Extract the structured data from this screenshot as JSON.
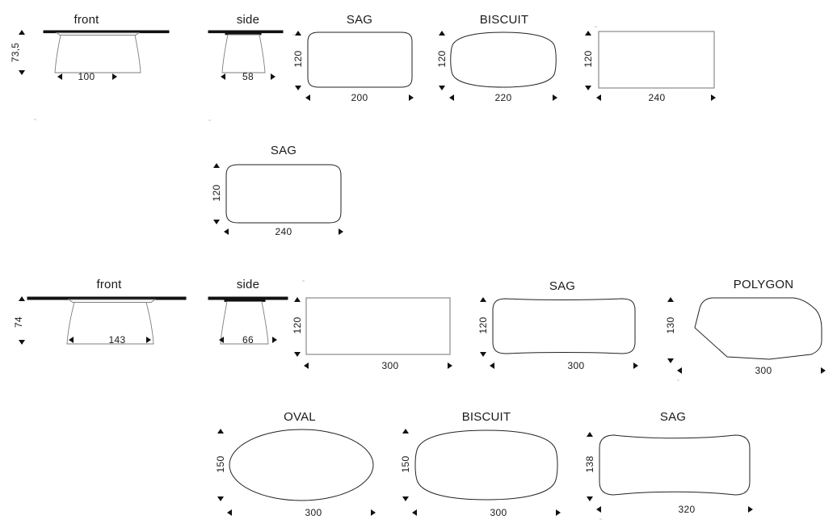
{
  "document": {
    "type": "technical-dimension-sheet",
    "units": "cm"
  },
  "figures": [
    {
      "id": "fig-front-1",
      "title": "front",
      "kind": "elevation",
      "width_label": "100",
      "height_label": "73,5"
    },
    {
      "id": "fig-side-1",
      "title": "side",
      "kind": "elevation",
      "width_label": "58",
      "height_label": "73,5"
    },
    {
      "id": "fig-sag-200",
      "title": "SAG",
      "kind": "top-sag",
      "width_label": "200",
      "height_label": "120"
    },
    {
      "id": "fig-biscuit-220",
      "title": "BISCUIT",
      "kind": "top-biscuit",
      "width_label": "220",
      "height_label": "120"
    },
    {
      "id": "fig-rect-240",
      "title": "",
      "kind": "top-rectangle",
      "width_label": "240",
      "height_label": "120"
    },
    {
      "id": "fig-sag-240",
      "title": "SAG",
      "kind": "top-sag",
      "width_label": "240",
      "height_label": "120"
    },
    {
      "id": "fig-front-2",
      "title": "front",
      "kind": "elevation",
      "width_label": "143",
      "height_label": "74"
    },
    {
      "id": "fig-side-2",
      "title": "side",
      "kind": "elevation",
      "width_label": "66",
      "height_label": "74"
    },
    {
      "id": "fig-rect-300",
      "title": "",
      "kind": "top-rectangle",
      "width_label": "300",
      "height_label": "120"
    },
    {
      "id": "fig-sag-300",
      "title": "SAG",
      "kind": "top-sag",
      "width_label": "300",
      "height_label": "120"
    },
    {
      "id": "fig-polygon-300",
      "title": "POLYGON",
      "kind": "top-polygon",
      "width_label": "300",
      "height_label": "130"
    },
    {
      "id": "fig-oval-300",
      "title": "OVAL",
      "kind": "top-oval",
      "width_label": "300",
      "height_label": "150"
    },
    {
      "id": "fig-biscuit-300",
      "title": "BISCUIT",
      "kind": "top-biscuit",
      "width_label": "300",
      "height_label": "150"
    },
    {
      "id": "fig-sag-320",
      "title": "SAG",
      "kind": "top-sag",
      "width_label": "320",
      "height_label": "138"
    }
  ]
}
